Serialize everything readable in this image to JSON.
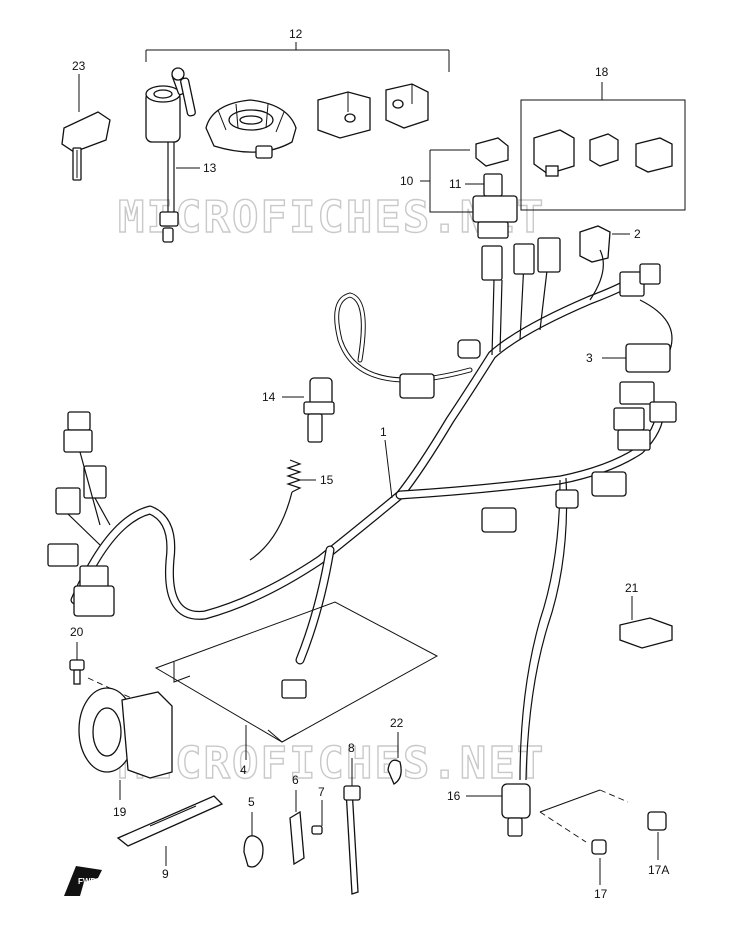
{
  "watermark": {
    "text_top": "MICROFICHES.NET",
    "text_bottom": "MICROFICHES.NET"
  },
  "labels": {
    "p1": "1",
    "p2": "2",
    "p3": "3",
    "p4": "4",
    "p5": "5",
    "p6": "6",
    "p7": "7",
    "p8": "8",
    "p9": "9",
    "p10": "10",
    "p11": "11",
    "p12": "12",
    "p13": "13",
    "p14": "14",
    "p15": "15",
    "p16": "16",
    "p17": "17",
    "p17a": "17A",
    "p18": "18",
    "p19": "19",
    "p20": "20",
    "p21": "21",
    "p22": "22",
    "p23": "23"
  },
  "fwd_marker": "FWD"
}
